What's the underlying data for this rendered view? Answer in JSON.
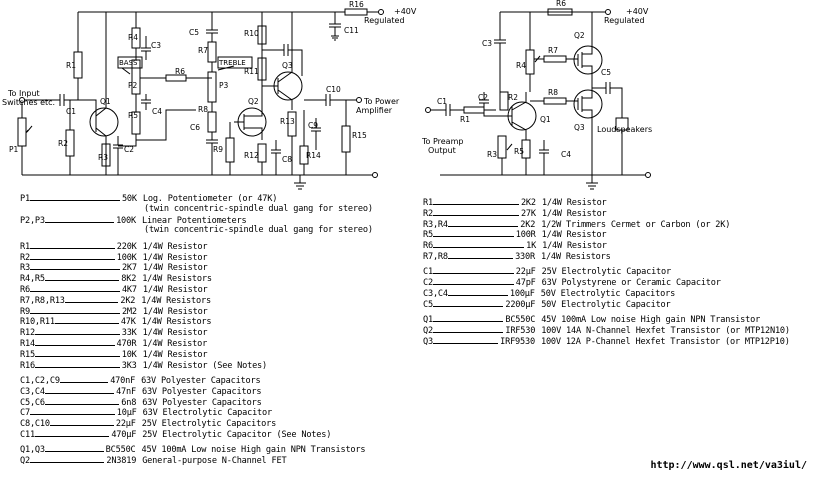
{
  "schematic_left": {
    "labels": {
      "input": "To Input",
      "input2": "Switches etc.",
      "output": "To Power",
      "output2": "Amplifier",
      "supply": "+40V",
      "supply2": "Regulated",
      "bass": "BASS",
      "treble": "TREBLE"
    },
    "parts": [
      "R16",
      "C11",
      "R4",
      "C3",
      "C5",
      "R10",
      "R7",
      "R1",
      "P2",
      "R6",
      "P3",
      "R11",
      "Q3",
      "C1",
      "Q1",
      "R5",
      "C4",
      "R8",
      "Q2",
      "C10",
      "P1",
      "R2",
      "R3",
      "C2",
      "C6",
      "R13",
      "C9",
      "R9",
      "R12",
      "C8",
      "R14",
      "R15"
    ]
  },
  "schematic_right": {
    "labels": {
      "supply": "+40V",
      "supply2": "Regulated",
      "input": "To Preamp",
      "input2": "Output",
      "speakers": "Loudspeakers"
    },
    "parts": [
      "R6",
      "C3",
      "R7",
      "Q2",
      "R4",
      "C5",
      "R2",
      "R8",
      "C2",
      "C1",
      "R1",
      "Q1",
      "Q3",
      "R3",
      "R5",
      "C4"
    ]
  },
  "bom_left": [
    {
      "ref": "P1",
      "value": "50K",
      "desc": "Log. Potentiometer (or 47K)"
    },
    {
      "ref": "",
      "value": "",
      "desc": "(twin concentric-spindle dual gang for stereo)"
    },
    {
      "ref": "P2,P3",
      "value": "100K",
      "desc": "Linear Potentiometers"
    },
    {
      "ref": "",
      "value": "",
      "desc": "(twin concentric-spindle dual gang for stereo)"
    },
    {
      "gap": true
    },
    {
      "ref": "R1",
      "value": "220K",
      "desc": "1/4W Resistor"
    },
    {
      "ref": "R2",
      "value": "100K",
      "desc": "1/4W Resistor"
    },
    {
      "ref": "R3",
      "value": "2K7",
      "desc": "1/4W Resistor"
    },
    {
      "ref": "R4,R5",
      "value": "8K2",
      "desc": "1/4W Resistors"
    },
    {
      "ref": "R6",
      "value": "4K7",
      "desc": "1/4W Resistor"
    },
    {
      "ref": "R7,R8,R13",
      "value": "2K2",
      "desc": "1/4W Resistors"
    },
    {
      "ref": "R9",
      "value": "2M2",
      "desc": "1/4W Resistor"
    },
    {
      "ref": "R10,R11",
      "value": "47K",
      "desc": "1/4W Resistors"
    },
    {
      "ref": "R12",
      "value": "33K",
      "desc": "1/4W Resistor"
    },
    {
      "ref": "R14",
      "value": "470R",
      "desc": "1/4W Resistor"
    },
    {
      "ref": "R15",
      "value": "10K",
      "desc": "1/4W Resistor"
    },
    {
      "ref": "R16",
      "value": "3K3",
      "desc": "1/4W Resistor (See Notes)"
    },
    {
      "gap": true
    },
    {
      "ref": "C1,C2,C9",
      "value": "470nF",
      "desc": "63V Polyester Capacitors"
    },
    {
      "ref": "C3,C4",
      "value": "47nF",
      "desc": "63V Polyester Capacitors"
    },
    {
      "ref": "C5,C6",
      "value": "6n8",
      "desc": "63V Polyester Capacitors"
    },
    {
      "ref": "C7",
      "value": "10µF",
      "desc": "63V Electrolytic Capacitor"
    },
    {
      "ref": "C8,C10",
      "value": "22µF",
      "desc": "25V Electrolytic Capacitors"
    },
    {
      "ref": "C11",
      "value": "470µF",
      "desc": "25V Electrolytic Capacitor (See Notes)"
    },
    {
      "gap": true
    },
    {
      "ref": "Q1,Q3",
      "value": "BC550C",
      "desc": "45V 100mA Low noise High gain NPN Transistors"
    },
    {
      "ref": "Q2",
      "value": "2N3819",
      "desc": "General-purpose N-Channel FET"
    }
  ],
  "bom_right": [
    {
      "ref": "R1",
      "value": "2K2",
      "desc": "1/4W Resistor"
    },
    {
      "ref": "R2",
      "value": "27K",
      "desc": "1/4W Resistor"
    },
    {
      "ref": "R3,R4",
      "value": "2K2",
      "desc": "1/2W Trimmers Cermet or Carbon (or 2K)"
    },
    {
      "ref": "R5",
      "value": "100R",
      "desc": "1/4W Resistor"
    },
    {
      "ref": "R6",
      "value": "1K",
      "desc": "1/4W Resistor"
    },
    {
      "ref": "R7,R8",
      "value": "330R",
      "desc": "1/4W Resistors"
    },
    {
      "gap": true
    },
    {
      "ref": "C1",
      "value": "22µF",
      "desc": "25V Electrolytic Capacitor"
    },
    {
      "ref": "C2",
      "value": "47pF",
      "desc": "63V Polystyrene or Ceramic Capacitor"
    },
    {
      "ref": "C3,C4",
      "value": "100µF",
      "desc": "50V Electrolytic Capacitors"
    },
    {
      "ref": "C5",
      "value": "2200µF",
      "desc": "50V Electrolytic Capacitor"
    },
    {
      "gap": true
    },
    {
      "ref": "Q1",
      "value": "BC550C",
      "desc": "45V 100mA Low noise High gain NPN Transistor"
    },
    {
      "ref": "Q2",
      "value": "IRF530",
      "desc": "100V 14A N-Channel Hexfet Transistor (or MTP12N10)"
    },
    {
      "ref": "Q3",
      "value": "IRF9530",
      "desc": "100V 12A P-Channel Hexfet Transistor (or MTP12P10)"
    }
  ],
  "footer": {
    "url": "http://www.qsl.net/va3iul/"
  }
}
